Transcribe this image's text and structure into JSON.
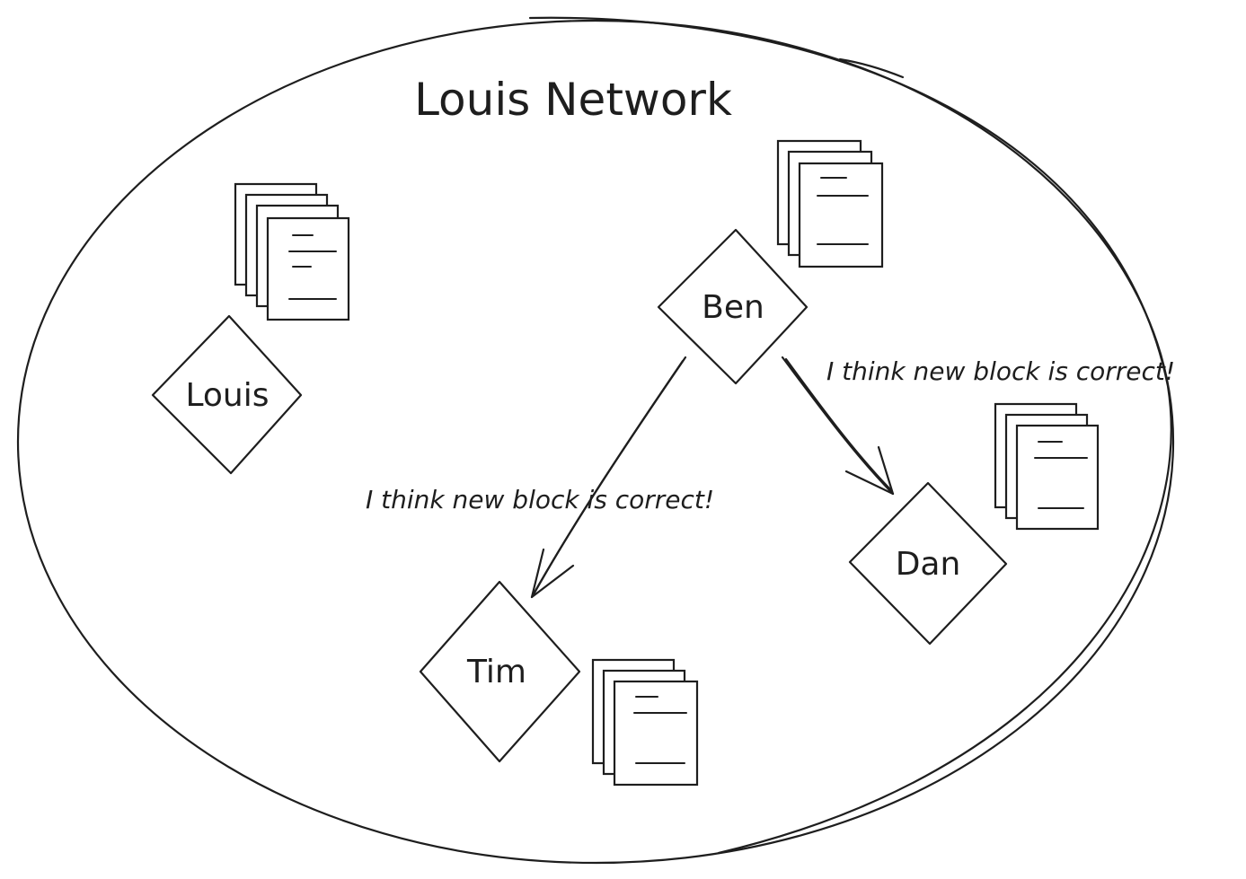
{
  "diagram": {
    "title": "Louis Network",
    "nodes": [
      {
        "id": "louis",
        "label": "Louis"
      },
      {
        "id": "ben",
        "label": "Ben"
      },
      {
        "id": "tim",
        "label": "Tim"
      },
      {
        "id": "dan",
        "label": "Dan"
      }
    ],
    "edges": [
      {
        "from": "ben",
        "to": "tim",
        "label": "I think new block is correct!"
      },
      {
        "from": "ben",
        "to": "dan",
        "label": "I think new block is correct!"
      }
    ],
    "stroke_color": "#1e1e1e",
    "background_color": "#ffffff"
  }
}
